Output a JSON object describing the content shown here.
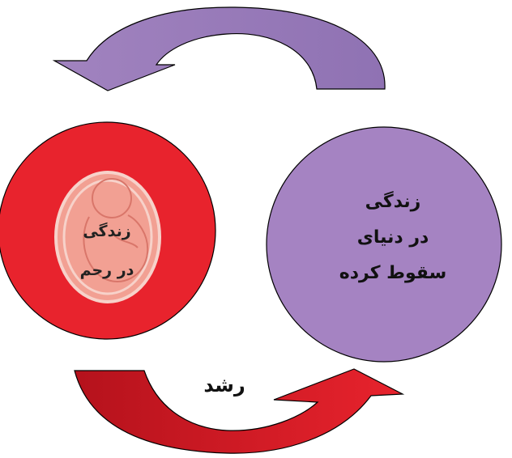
{
  "colors": {
    "top_arrow": "#a183bf",
    "top_arrow_dark": "#8f72b3",
    "right_circle": "#a583c2",
    "left_circle": "#e8232d",
    "embryo_fill": "#f2a093",
    "embryo_stroke": "#f7d2ca",
    "bottom_arrow_light": "#e8232d",
    "bottom_arrow_dark": "#b5121c",
    "outline": "#000000"
  },
  "right_circle": {
    "lines": [
      "زندگی",
      "در دنیای",
      "سقوط کرده"
    ]
  },
  "left_circle": {
    "lines": [
      "زندگی",
      "در رحم"
    ],
    "icon": "embryo-icon"
  },
  "bottom_arrow": {
    "label": "رشد"
  },
  "top_arrow": {
    "icon": "curved-arrow-left-icon"
  }
}
